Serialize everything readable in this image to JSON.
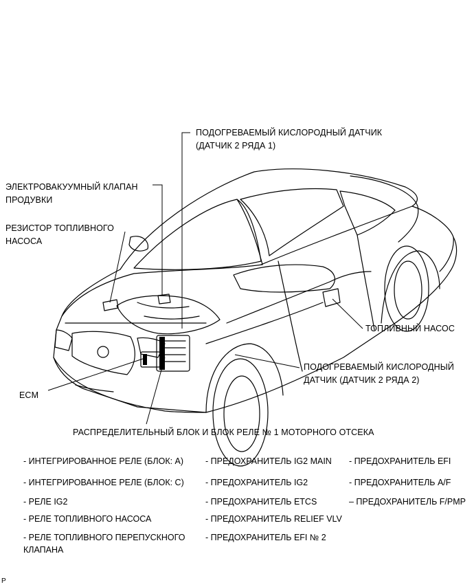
{
  "callouts": {
    "o2_sensor_bank1": [
      "ПОДОГРЕВАЕМЫЙ КИСЛОРОДНЫЙ ДАТЧИК",
      "(ДАТЧИК 2 РЯДА 1)"
    ],
    "purge_vsv": [
      "ЭЛЕКТРОВАКУУМНЫЙ КЛАПАН",
      "ПРОДУВКИ"
    ],
    "fuel_pump_resistor": [
      "РЕЗИСТОР ТОПЛИВНОГО",
      "НАСОСА"
    ],
    "fuel_pump": "ТОПЛИВНЫЙ НАСОС",
    "o2_sensor_bank2": [
      "ПОДОГРЕВАЕМЫЙ КИСЛОРОДНЫЙ",
      "ДАТЧИК (ДАТЧИК 2 РЯДА 2)"
    ],
    "ecm": "ECM",
    "relay_block": "РАСПРЕДЕЛИТЕЛЬНЫЙ БЛОК И БЛОК РЕЛЕ № 1 МОТОРНОГО ОТСЕКА"
  },
  "list_col1": [
    "- ИНТЕГРИРОВАННОЕ РЕЛЕ (БЛОК: A)",
    "- ИНТЕГРИРОВАННОЕ РЕЛЕ (БЛОК: C)",
    "- РЕЛЕ IG2",
    "- РЕЛЕ ТОПЛИВНОГО НАСОСА",
    "- РЕЛЕ ТОПЛИВНОГО ПЕРЕПУСКНОГО",
    "КЛАПАНА"
  ],
  "list_col2": [
    "- ПРЕДОХРАНИТЕЛЬ IG2 MAIN",
    "- ПРЕДОХРАНИТЕЛЬ IG2",
    "- ПРЕДОХРАНИТЕЛЬ ETCS",
    "- ПРЕДОХРАНИТЕЛЬ RELIEF VLV",
    "- ПРЕДОХРАНИТЕЛЬ EFI № 2"
  ],
  "list_col3": [
    "- ПРЕДОХРАНИТЕЛЬ EFI",
    "- ПРЕДОХРАНИТЕЛЬ A/F",
    "– ПРЕДОХРАНИТЕЛЬ F/PMP"
  ],
  "corner_mark": "P"
}
